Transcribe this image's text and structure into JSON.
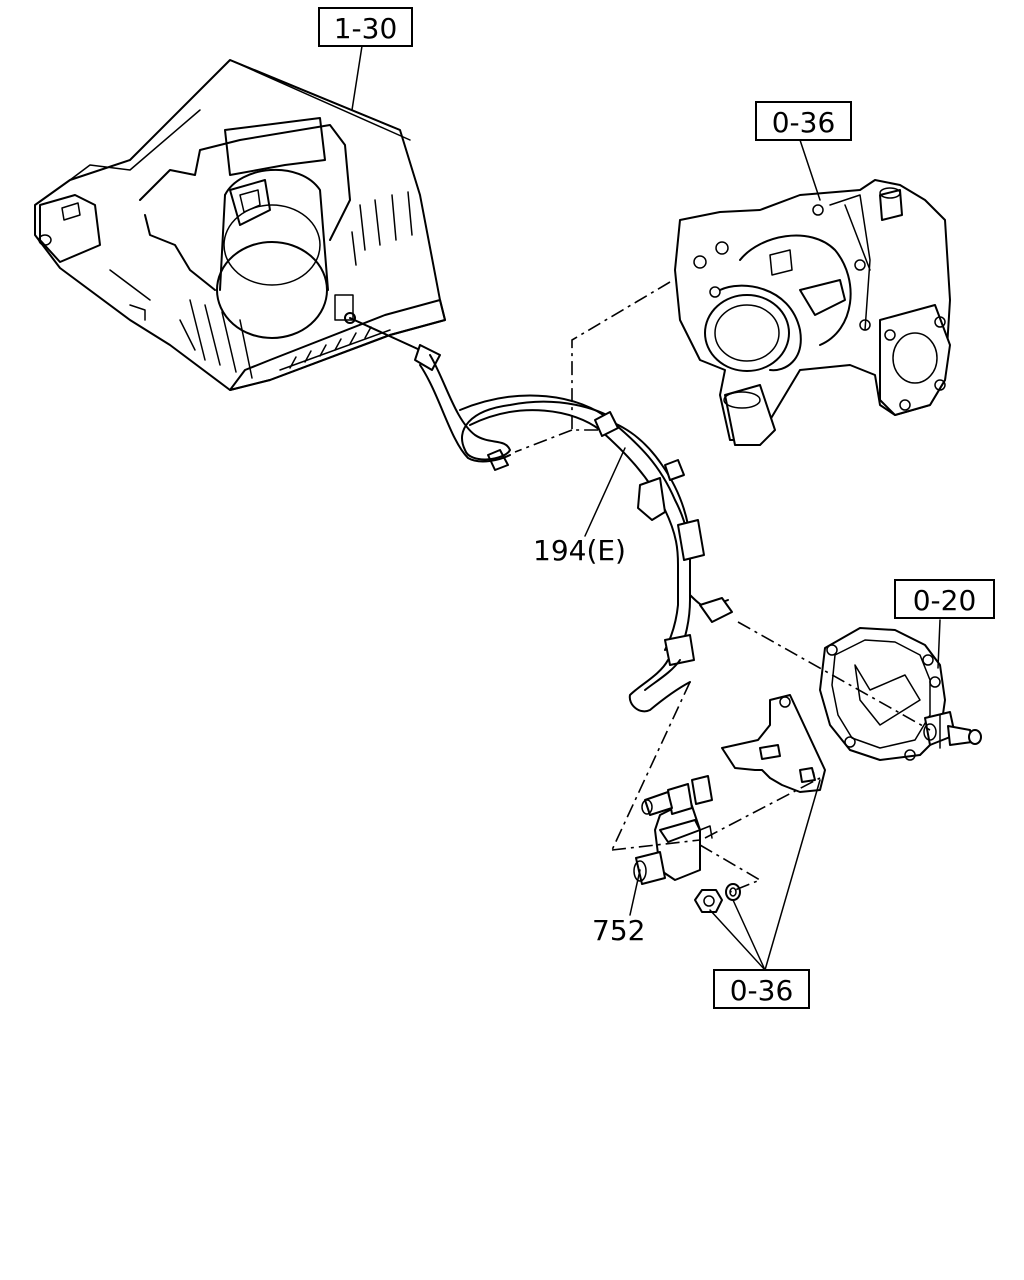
{
  "refs": {
    "air_cleaner": "1-30",
    "turbo": "0-36",
    "vacuum_pump": "0-20",
    "fasteners": "0-36"
  },
  "parts": {
    "hose": "194(E)",
    "solenoid": "752"
  }
}
